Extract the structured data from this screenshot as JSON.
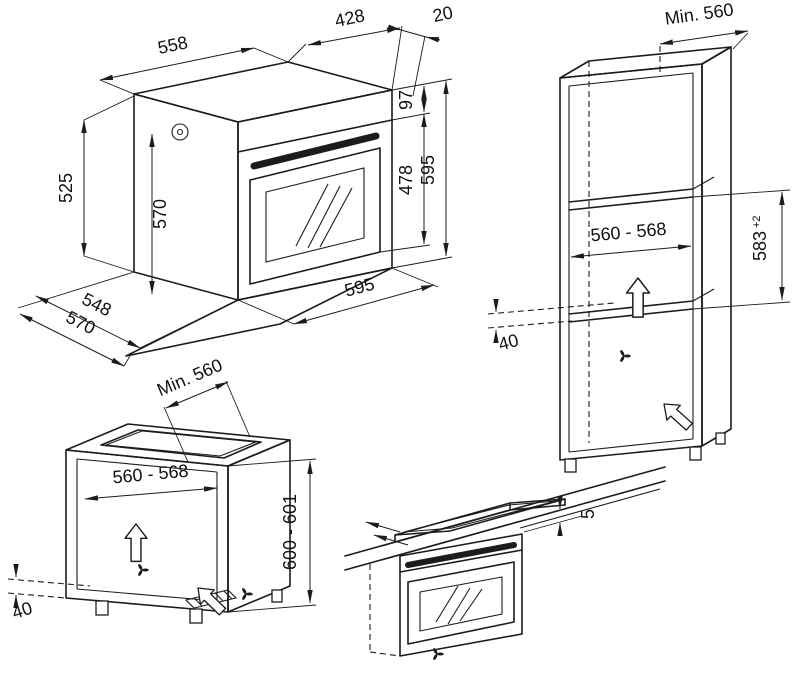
{
  "diagram": {
    "views": {
      "oven_iso": {
        "top_width": "558",
        "top_depth": "428",
        "front_offset": "20",
        "panel_height": "97",
        "total_height": "595",
        "door_height": "478",
        "side_height": "525",
        "inner_height": "570",
        "front_width": "595",
        "base_depth_inner": "548",
        "base_depth_outer": "570"
      },
      "tall_cabinet": {
        "min_depth": "Min. 560",
        "niche_width": "560 - 568",
        "niche_height": "583",
        "niche_height_tolerance": "+2",
        "vent_gap": "40"
      },
      "base_cabinet": {
        "min_depth": "Min. 560",
        "niche_width": "560 - 568",
        "niche_height": "600 - 601",
        "vent_gap": "40"
      },
      "worktop_detail": {
        "gap": "5"
      }
    },
    "colors": {
      "line": "#1c1c1c",
      "background": "#ffffff"
    }
  }
}
